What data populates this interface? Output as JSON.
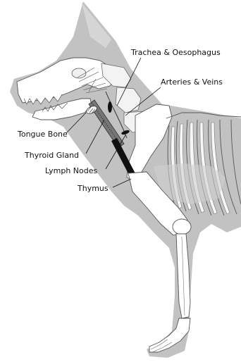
{
  "diagram": {
    "labels": {
      "trachea": "Trachea & Oesophagus",
      "arteries": "Arteries & Veins",
      "tongue_bone": "Tongue Bone",
      "thyroid": "Thyroid Gland",
      "lymph": "Lymph Nodes",
      "thymus": "Thymus"
    },
    "colors": {
      "silhouette": "#c2c2c2",
      "bone_fill": "#ffffff",
      "bone_outline": "#555555",
      "organ": "#111111"
    }
  }
}
